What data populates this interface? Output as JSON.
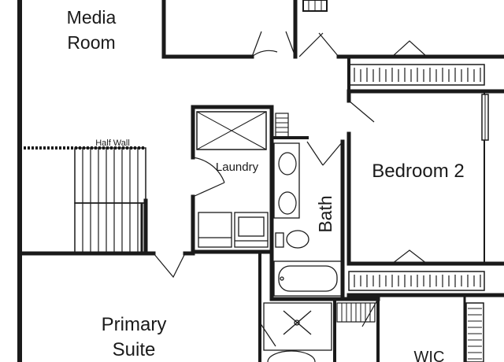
{
  "rooms": {
    "media_room": {
      "line1": "Media",
      "line2": "Room"
    },
    "half_wall": "Half Wall",
    "laundry": "Laundry",
    "bath": "Bath",
    "bedroom_2": "Bedroom 2",
    "primary_suite": {
      "line1": "Primary",
      "line2": "Suite"
    },
    "wic": "WIC"
  },
  "colors": {
    "wall": "#1a1a1a",
    "background": "#ffffff"
  }
}
